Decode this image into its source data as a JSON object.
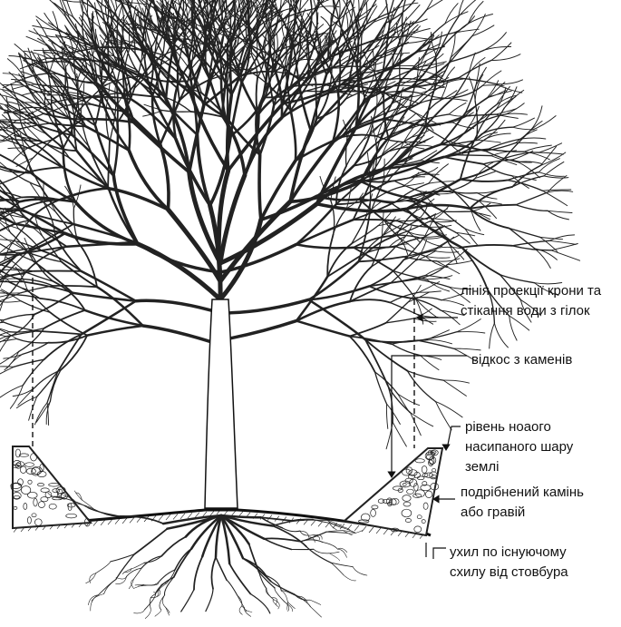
{
  "diagram": {
    "labels": {
      "crown_line": [
        "лінія проекції крони та",
        "стікання води з гілок"
      ],
      "stone_slope": [
        "відкос з каменів"
      ],
      "new_soil_level": [
        "рівень ноаого",
        "насипаного шару",
        "землі"
      ],
      "crushed_stone": [
        "подрібнений камінь",
        "або гравій"
      ],
      "existing_slope": [
        "ухил по існуючому",
        "схилу від стовбура"
      ]
    },
    "colors": {
      "ink": "#111111",
      "paper": "#ffffff"
    }
  }
}
